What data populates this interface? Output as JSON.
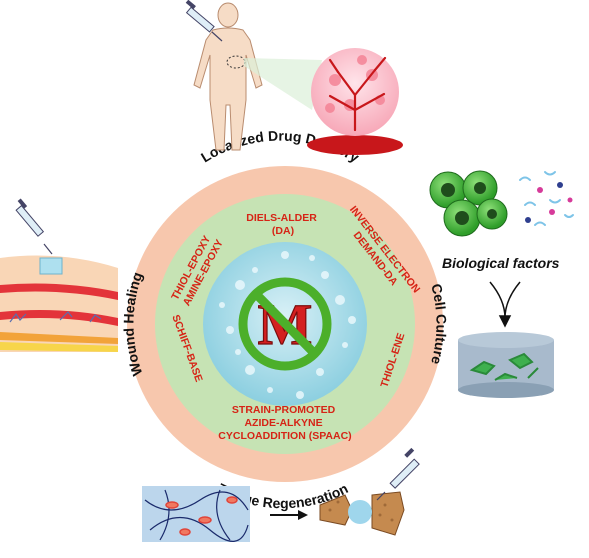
{
  "outer_ring": {
    "top": "Localized Drug Delivery",
    "right": "Cell Culture",
    "bottom": "Tissue Regeneration",
    "left": "Wound Healing"
  },
  "chemistries": {
    "diels_alder": [
      "DIELS-ALDER",
      "(DA)"
    ],
    "inverse_electron": [
      "INVERSE ELECTRON",
      "DEMAND-DA"
    ],
    "thiol_ene": [
      "THIOL-ENE"
    ],
    "spaac": [
      "STRAIN-PROMOTED",
      "AZIDE-ALKYNE",
      "CYCLOADDITION (SPAAC)"
    ],
    "schiff_base": [
      "SCHIFF-BASE"
    ],
    "thiol_epoxy": [
      "THIOL-EPOXY",
      "AMINE-EPOXY"
    ]
  },
  "center_symbol": "M",
  "biological_factors_label": "Biological factors",
  "colors": {
    "outer_ring": "#f7c7ad",
    "middle_ring": "#c6e3b4",
    "core": "#a9dbe8",
    "chem_text": "#d62416",
    "no_sign": "#4caf2a"
  }
}
